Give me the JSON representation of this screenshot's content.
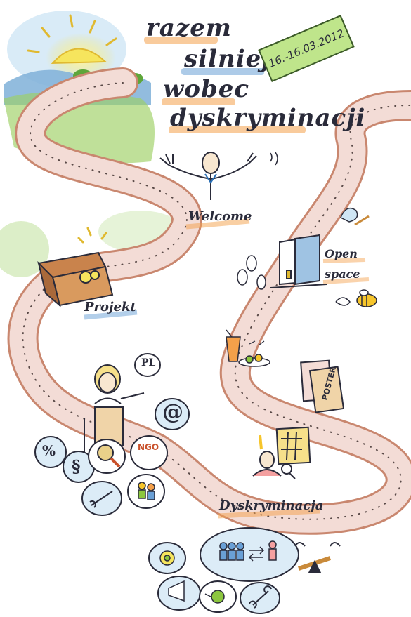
{
  "title": {
    "line1": "razem",
    "line2": "silniejsi",
    "line3": "wobec",
    "line4": "dyskryminacji"
  },
  "date_sign": "16.-16.03.2012",
  "labels": {
    "welcome": "Welcome",
    "projekt": "Projekt",
    "open": "Open",
    "space": "space",
    "poster": "POSTER",
    "dyskryminacja": "Dyskryminacja",
    "pl_bubble": "PL",
    "at_sign": "@",
    "ngo": "NGO",
    "percent": "%",
    "paragraph": "§"
  },
  "colors": {
    "road_fill": "#f3dcd6",
    "road_edge": "#c9876f",
    "road_shadow": "#f0a24a",
    "sky": "#cfe6f5",
    "sun": "#f6e55d",
    "grass": "#9ccf62",
    "hills": "#7fb0d8",
    "ink": "#2a2b3a",
    "bubble": "#dcecf7",
    "sign": "#bfe58b"
  },
  "icons": [
    "sun-icon",
    "treasure-chest-icon",
    "person-welcome-icon",
    "door-icon",
    "footprints-icon",
    "bee-icon",
    "drink-icon",
    "poster-icon",
    "magnifier-icon",
    "tools-icon",
    "group-icon",
    "scale-icon",
    "megaphone-icon",
    "ball-icon",
    "presenter-icon"
  ]
}
